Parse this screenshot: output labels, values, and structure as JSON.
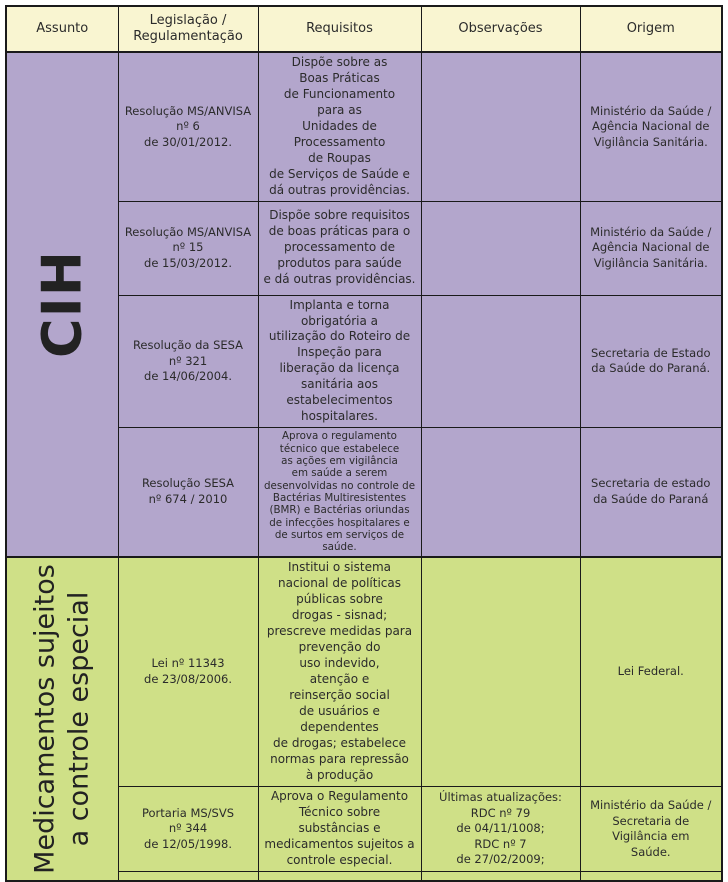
{
  "header": {
    "columns": [
      "Assunto",
      "Legislação /\nRegulamentação",
      "Requisitos",
      "Observações",
      "Origem"
    ]
  },
  "colors": {
    "header_bg": "#f9f5d1",
    "section_cih_bg": "#b3a6cc",
    "section_meds_bg": "#cfe087",
    "border": "#1a1a1a",
    "text": "#2b2b2b"
  },
  "sections": [
    {
      "label": "CIH",
      "rows": [
        {
          "legislacao": "Resolução MS/ANVISA\nnº 6\nde 30/01/2012.",
          "requisitos": "Dispõe sobre as\nBoas Práticas\nde Funcionamento\npara as\nUnidades de\nProcessamento\nde Roupas\nde Serviços de Saúde e\ndá outras providências.",
          "observacoes": "",
          "origem": "Ministério da Saúde /\nAgência Nacional de\nVigilância Sanitária."
        },
        {
          "legislacao": "Resolução MS/ANVISA\nnº 15\nde 15/03/2012.",
          "requisitos": "Dispõe sobre requisitos\nde boas práticas para o\nprocessamento de\nprodutos para saúde\ne dá outras providências.",
          "observacoes": "",
          "origem": "Ministério da Saúde /\nAgência Nacional de\nVigilância Sanitária."
        },
        {
          "legislacao": "Resolução da SESA\nnº 321\nde 14/06/2004.",
          "requisitos": "Implanta e torna\nobrigatória a\nutilização do Roteiro de\nInspeção para\nliberação da licença\nsanitária aos\nestabelecimentos\nhospitalares.",
          "observacoes": "",
          "origem": "Secretaria de Estado\nda Saúde do Paraná."
        },
        {
          "legislacao": "Resolução SESA\nnº 674 / 2010",
          "requisitos": "Aprova o regulamento\ntécnico que estabelece\nas ações em vigilância\nem saúde a serem\ndesenvolvidas no controle de\nBactérias Multiresistentes\n(BMR) e Bactérias oriundas\nde infecções hospitalares e\nde surtos em serviços de saúde.",
          "observacoes": "",
          "origem": "Secretaria de estado\nda Saúde do Paraná"
        }
      ]
    },
    {
      "label": "Medicamentos sujeitos\na controle especial",
      "rows": [
        {
          "legislacao": "Lei nº 11343\nde 23/08/2006.",
          "requisitos": "Institui o sistema\nnacional de políticas\npúblicas sobre\ndrogas - sisnad;\nprescreve medidas para\nprevenção do\nuso indevido,\natenção e\nreinserção social\nde usuários e\ndependentes\nde drogas; estabelece\nnormas para repressão\nà produção",
          "observacoes": "",
          "origem": "Lei Federal."
        },
        {
          "legislacao": "Portaria MS/SVS\nnº 344\nde 12/05/1998.",
          "requisitos": "Aprova o Regulamento\nTécnico sobre\nsubstâncias e\nmedicamentos sujeitos a\ncontrole especial.",
          "observacoes": "Últimas atualizações:\nRDC nº 79\nde 04/11/1008;\nRDC nº 7\nde 27/02/2009;",
          "origem": "Ministério da Saúde /\nSecretaria de\nVigilância em\nSaúde."
        }
      ]
    }
  ]
}
